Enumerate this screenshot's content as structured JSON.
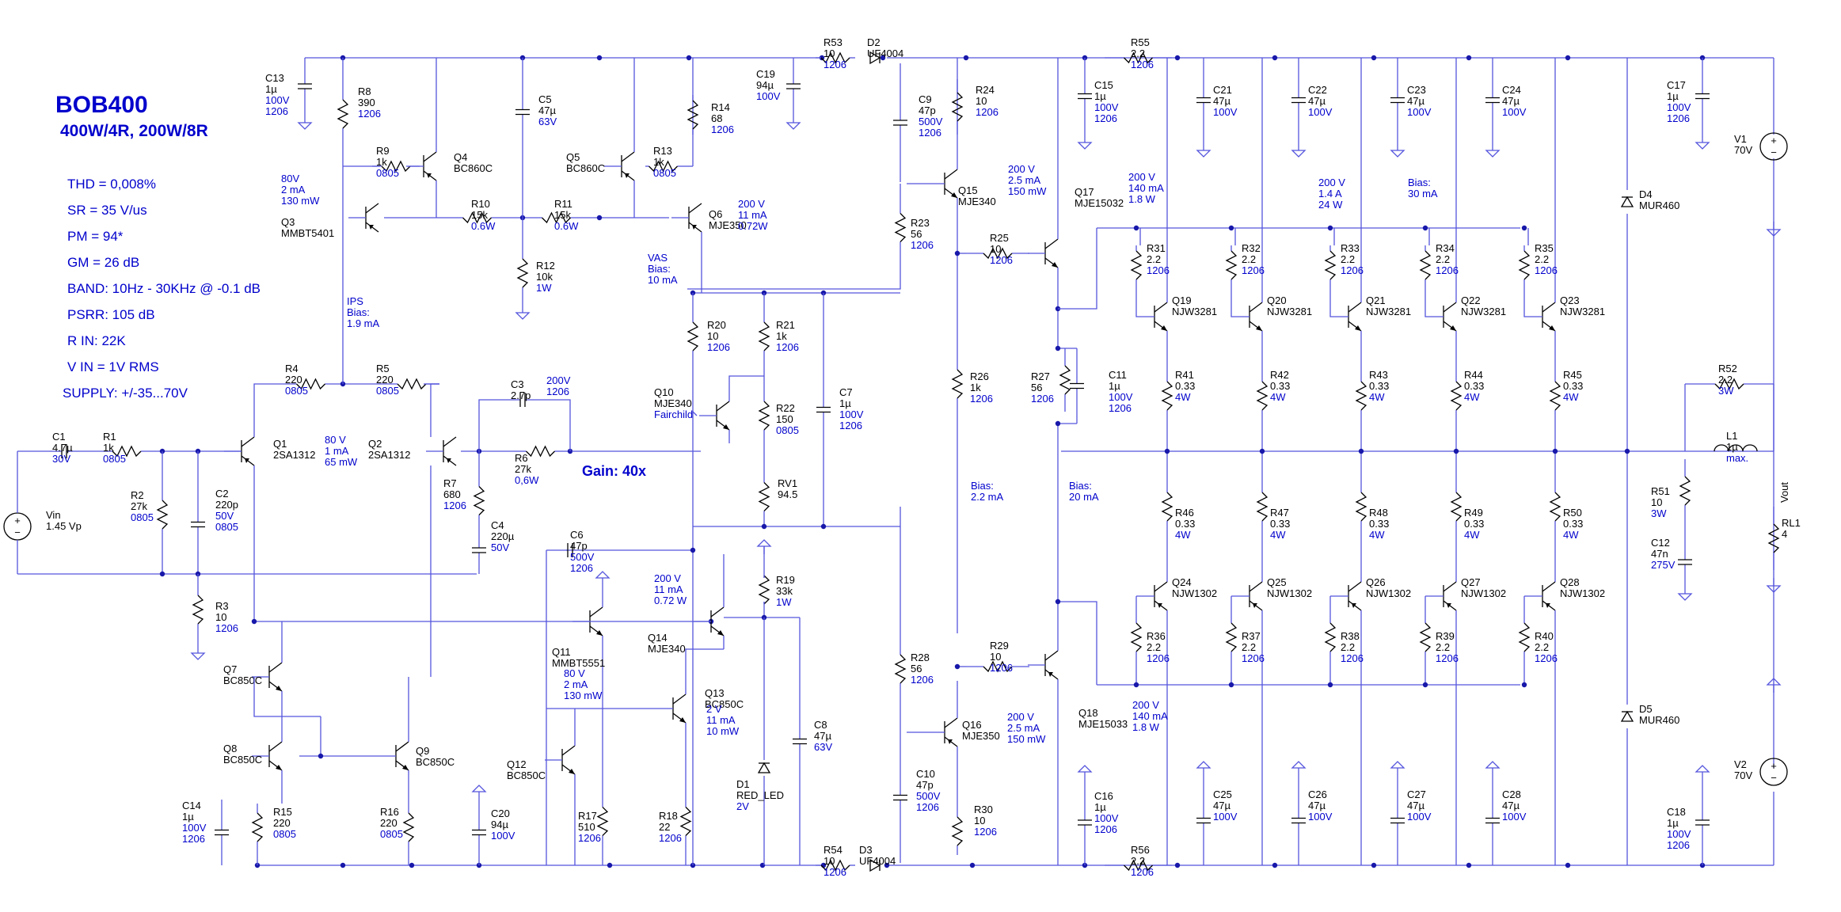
{
  "title": "BOB400",
  "subtitle": "400W/4R, 200W/8R",
  "specs": [
    "THD = 0,008%",
    "SR = 35 V/us",
    "PM = 94*",
    "GM = 26 dB",
    "BAND: 10Hz - 30KHz @ -0.1 dB",
    "PSRR: 105 dB",
    "R IN: 22K",
    "V IN = 1V RMS",
    "SUPPLY: +/-35...70V"
  ],
  "gain_label": "Gain: 40x",
  "notes": {
    "q3_ops": [
      "80V",
      "2 mA",
      "130 mW"
    ],
    "ips_bias": [
      "IPS",
      "Bias:",
      "1.9 mA"
    ],
    "q1_ops": [
      "80 V",
      "1 mA",
      "65 mW"
    ],
    "q6_ops": [
      "200 V",
      "11 mA",
      "0.72W"
    ],
    "vas_bias": [
      "VAS",
      "Bias:",
      "10 mA"
    ],
    "q15_ops": [
      "200 V",
      "2.5 mA",
      "150 mW"
    ],
    "q17_ops": [
      "200 V",
      "140 mA",
      "1.8 W"
    ],
    "out_ops": [
      "200 V",
      "1.4 A",
      "24 W"
    ],
    "out_bias": [
      "Bias:",
      "30 mA"
    ],
    "bias_22": [
      "Bias:",
      "2.2 mA"
    ],
    "bias_20": [
      "Bias:",
      "20 mA"
    ],
    "q14_ops": [
      "200 V",
      "11 mA",
      "0.72 W"
    ],
    "q11_ops": [
      "80 V",
      "2 mA",
      "130 mW"
    ],
    "q13_ops": [
      "2 V",
      "11 mA",
      "10 mW"
    ],
    "q16_ops": [
      "200 V",
      "2.5 mA",
      "150 mW"
    ],
    "q18_ops": [
      "200 V",
      "140 mA",
      "1.8 W"
    ]
  },
  "parts": {
    "C13": [
      "C13",
      "1µ",
      "100V",
      "1206"
    ],
    "R8": [
      "R8",
      "390",
      "1206"
    ],
    "R9": [
      "R9",
      "1k",
      "0805"
    ],
    "Q4": [
      "Q4",
      "BC860C"
    ],
    "Q3": [
      "Q3",
      "MMBT5401"
    ],
    "R10": [
      "R10",
      "15k",
      "0.6W"
    ],
    "C5": [
      "C5",
      "47µ",
      "63V"
    ],
    "Q5": [
      "Q5",
      "BC860C"
    ],
    "R11": [
      "R11",
      "15k",
      "0.6W"
    ],
    "R12": [
      "R12",
      "10k",
      "1W"
    ],
    "R13": [
      "R13",
      "1k",
      "0805"
    ],
    "Q6": [
      "Q6",
      "MJE350"
    ],
    "R14": [
      "R14",
      "68",
      "1206"
    ],
    "C19": [
      "C19",
      "94µ",
      "100V"
    ],
    "R53": [
      "R53",
      "10",
      "1206"
    ],
    "D2": [
      "D2",
      "UF4004"
    ],
    "C9": [
      "C9",
      "47p",
      "500V",
      "1206"
    ],
    "R24": [
      "R24",
      "10",
      "1206"
    ],
    "Q15": [
      "Q15",
      "MJE340"
    ],
    "R23": [
      "R23",
      "56",
      "1206"
    ],
    "R25": [
      "R25",
      "10",
      "1206"
    ],
    "Q17": [
      "Q17",
      "MJE15032"
    ],
    "R55": [
      "R55",
      "2.2",
      "1206"
    ],
    "C15": [
      "C15",
      "1µ",
      "100V",
      "1206"
    ],
    "C21": [
      "C21",
      "47µ",
      "100V"
    ],
    "C22": [
      "C22",
      "47µ",
      "100V"
    ],
    "C23": [
      "C23",
      "47µ",
      "100V"
    ],
    "C24": [
      "C24",
      "47µ",
      "100V"
    ],
    "C17": [
      "C17",
      "1µ",
      "100V",
      "1206"
    ],
    "V1": [
      "V1",
      "70V"
    ],
    "D4": [
      "D4",
      "MUR460"
    ],
    "R31": [
      "R31",
      "2.2",
      "1206"
    ],
    "R32": [
      "R32",
      "2.2",
      "1206"
    ],
    "R33": [
      "R33",
      "2.2",
      "1206"
    ],
    "R34": [
      "R34",
      "2.2",
      "1206"
    ],
    "R35": [
      "R35",
      "2.2",
      "1206"
    ],
    "Q19": [
      "Q19",
      "NJW3281"
    ],
    "Q20": [
      "Q20",
      "NJW3281"
    ],
    "Q21": [
      "Q21",
      "NJW3281"
    ],
    "Q22": [
      "Q22",
      "NJW3281"
    ],
    "Q23": [
      "Q23",
      "NJW3281"
    ],
    "R41": [
      "R41",
      "0.33",
      "4W"
    ],
    "R42": [
      "R42",
      "0.33",
      "4W"
    ],
    "R43": [
      "R43",
      "0.33",
      "4W"
    ],
    "R44": [
      "R44",
      "0.33",
      "4W"
    ],
    "R45": [
      "R45",
      "0.33",
      "4W"
    ],
    "R52": [
      "R52",
      "2.2",
      "3W"
    ],
    "L1": [
      "L1",
      "1µ",
      "max."
    ],
    "R20": [
      "R20",
      "10",
      "1206"
    ],
    "R21": [
      "R21",
      "1k",
      "1206"
    ],
    "R22": [
      "R22",
      "150",
      "0805"
    ],
    "Q10": [
      "Q10",
      "MJE340",
      "Fairchild"
    ],
    "C7": [
      "C7",
      "1µ",
      "100V",
      "1206"
    ],
    "R26": [
      "R26",
      "1k",
      "1206"
    ],
    "R27": [
      "R27",
      "56",
      "1206"
    ],
    "C11": [
      "C11",
      "1µ",
      "100V",
      "1206"
    ],
    "R4": [
      "R4",
      "220",
      "0805"
    ],
    "R5": [
      "R5",
      "220",
      "0805"
    ],
    "C3": [
      "C3",
      "2.7p"
    ],
    "C3v": [
      "200V",
      "1206"
    ],
    "C1": [
      "C1",
      "4.7µ",
      "30V"
    ],
    "R1": [
      "R1",
      "1k",
      "0805"
    ],
    "Q1": [
      "Q1",
      "2SA1312"
    ],
    "Q2": [
      "Q2",
      "2SA1312"
    ],
    "R6": [
      "R6",
      "27k",
      "0,6W"
    ],
    "R2": [
      "R2",
      "27k",
      "0805"
    ],
    "C2": [
      "C2",
      "220p",
      "50V",
      "0805"
    ],
    "R7": [
      "R7",
      "680",
      "1206"
    ],
    "C4": [
      "C4",
      "220µ",
      "50V"
    ],
    "Vin": [
      "Vin",
      "1.45 Vp"
    ],
    "RV1": [
      "RV1",
      "94.5"
    ],
    "R51": [
      "R51",
      "10",
      "3W"
    ],
    "C12": [
      "C12",
      "47n",
      "275V"
    ],
    "Vout": [
      "Vout"
    ],
    "RL1": [
      "RL1",
      "4"
    ],
    "R46": [
      "R46",
      "0.33",
      "4W"
    ],
    "R47": [
      "R47",
      "0.33",
      "4W"
    ],
    "R48": [
      "R48",
      "0.33",
      "4W"
    ],
    "R49": [
      "R49",
      "0.33",
      "4W"
    ],
    "R50": [
      "R50",
      "0.33",
      "4W"
    ],
    "R3": [
      "R3",
      "10",
      "1206"
    ],
    "C6": [
      "C6",
      "47p",
      "500V",
      "1206"
    ],
    "R19": [
      "R19",
      "33k",
      "1W"
    ],
    "Q14": [
      "Q14",
      "MJE340"
    ],
    "Q11": [
      "Q11",
      "MMBT5551"
    ],
    "Q24": [
      "Q24",
      "NJW1302"
    ],
    "Q25": [
      "Q25",
      "NJW1302"
    ],
    "Q26": [
      "Q26",
      "NJW1302"
    ],
    "Q27": [
      "Q27",
      "NJW1302"
    ],
    "Q28": [
      "Q28",
      "NJW1302"
    ],
    "R36": [
      "R36",
      "2.2",
      "1206"
    ],
    "R37": [
      "R37",
      "2.2",
      "1206"
    ],
    "R38": [
      "R38",
      "2.2",
      "1206"
    ],
    "R39": [
      "R39",
      "2.2",
      "1206"
    ],
    "R40": [
      "R40",
      "2.2",
      "1206"
    ],
    "Q7": [
      "Q7",
      "BC850C"
    ],
    "R28": [
      "R28",
      "56",
      "1206"
    ],
    "R29": [
      "R29",
      "10",
      "1206"
    ],
    "Q13": [
      "Q13",
      "BC850C"
    ],
    "C8": [
      "C8",
      "47µ",
      "63V"
    ],
    "Q18": [
      "Q18",
      "MJE15033"
    ],
    "Q16": [
      "Q16",
      "MJE350"
    ],
    "D5": [
      "D5",
      "MUR460"
    ],
    "Q8": [
      "Q8",
      "BC850C"
    ],
    "Q9": [
      "Q9",
      "BC850C"
    ],
    "Q12": [
      "Q12",
      "BC850C"
    ],
    "D1": [
      "D1",
      "RED_LED",
      "2V"
    ],
    "V2": [
      "V2",
      "70V"
    ],
    "C10": [
      "C10",
      "47p",
      "500V",
      "1206"
    ],
    "C14": [
      "C14",
      "1µ",
      "100V",
      "1206"
    ],
    "R15": [
      "R15",
      "220",
      "0805"
    ],
    "R16": [
      "R16",
      "220",
      "0805"
    ],
    "C20": [
      "C20",
      "94µ",
      "100V"
    ],
    "R17": [
      "R17",
      "510",
      "1206"
    ],
    "R18": [
      "R18",
      "22",
      "1206"
    ],
    "R30": [
      "R30",
      "10",
      "1206"
    ],
    "C16": [
      "C16",
      "1µ",
      "100V",
      "1206"
    ],
    "C25": [
      "C25",
      "47µ",
      "100V"
    ],
    "C26": [
      "C26",
      "47µ",
      "100V"
    ],
    "C27": [
      "C27",
      "47µ",
      "100V"
    ],
    "C28": [
      "C28",
      "47µ",
      "100V"
    ],
    "C18": [
      "C18",
      "1µ",
      "100V",
      "1206"
    ],
    "R54": [
      "R54",
      "10",
      "1206"
    ],
    "D3": [
      "D3",
      "UF4004"
    ],
    "R56": [
      "R56",
      "2.2",
      "1206"
    ]
  }
}
